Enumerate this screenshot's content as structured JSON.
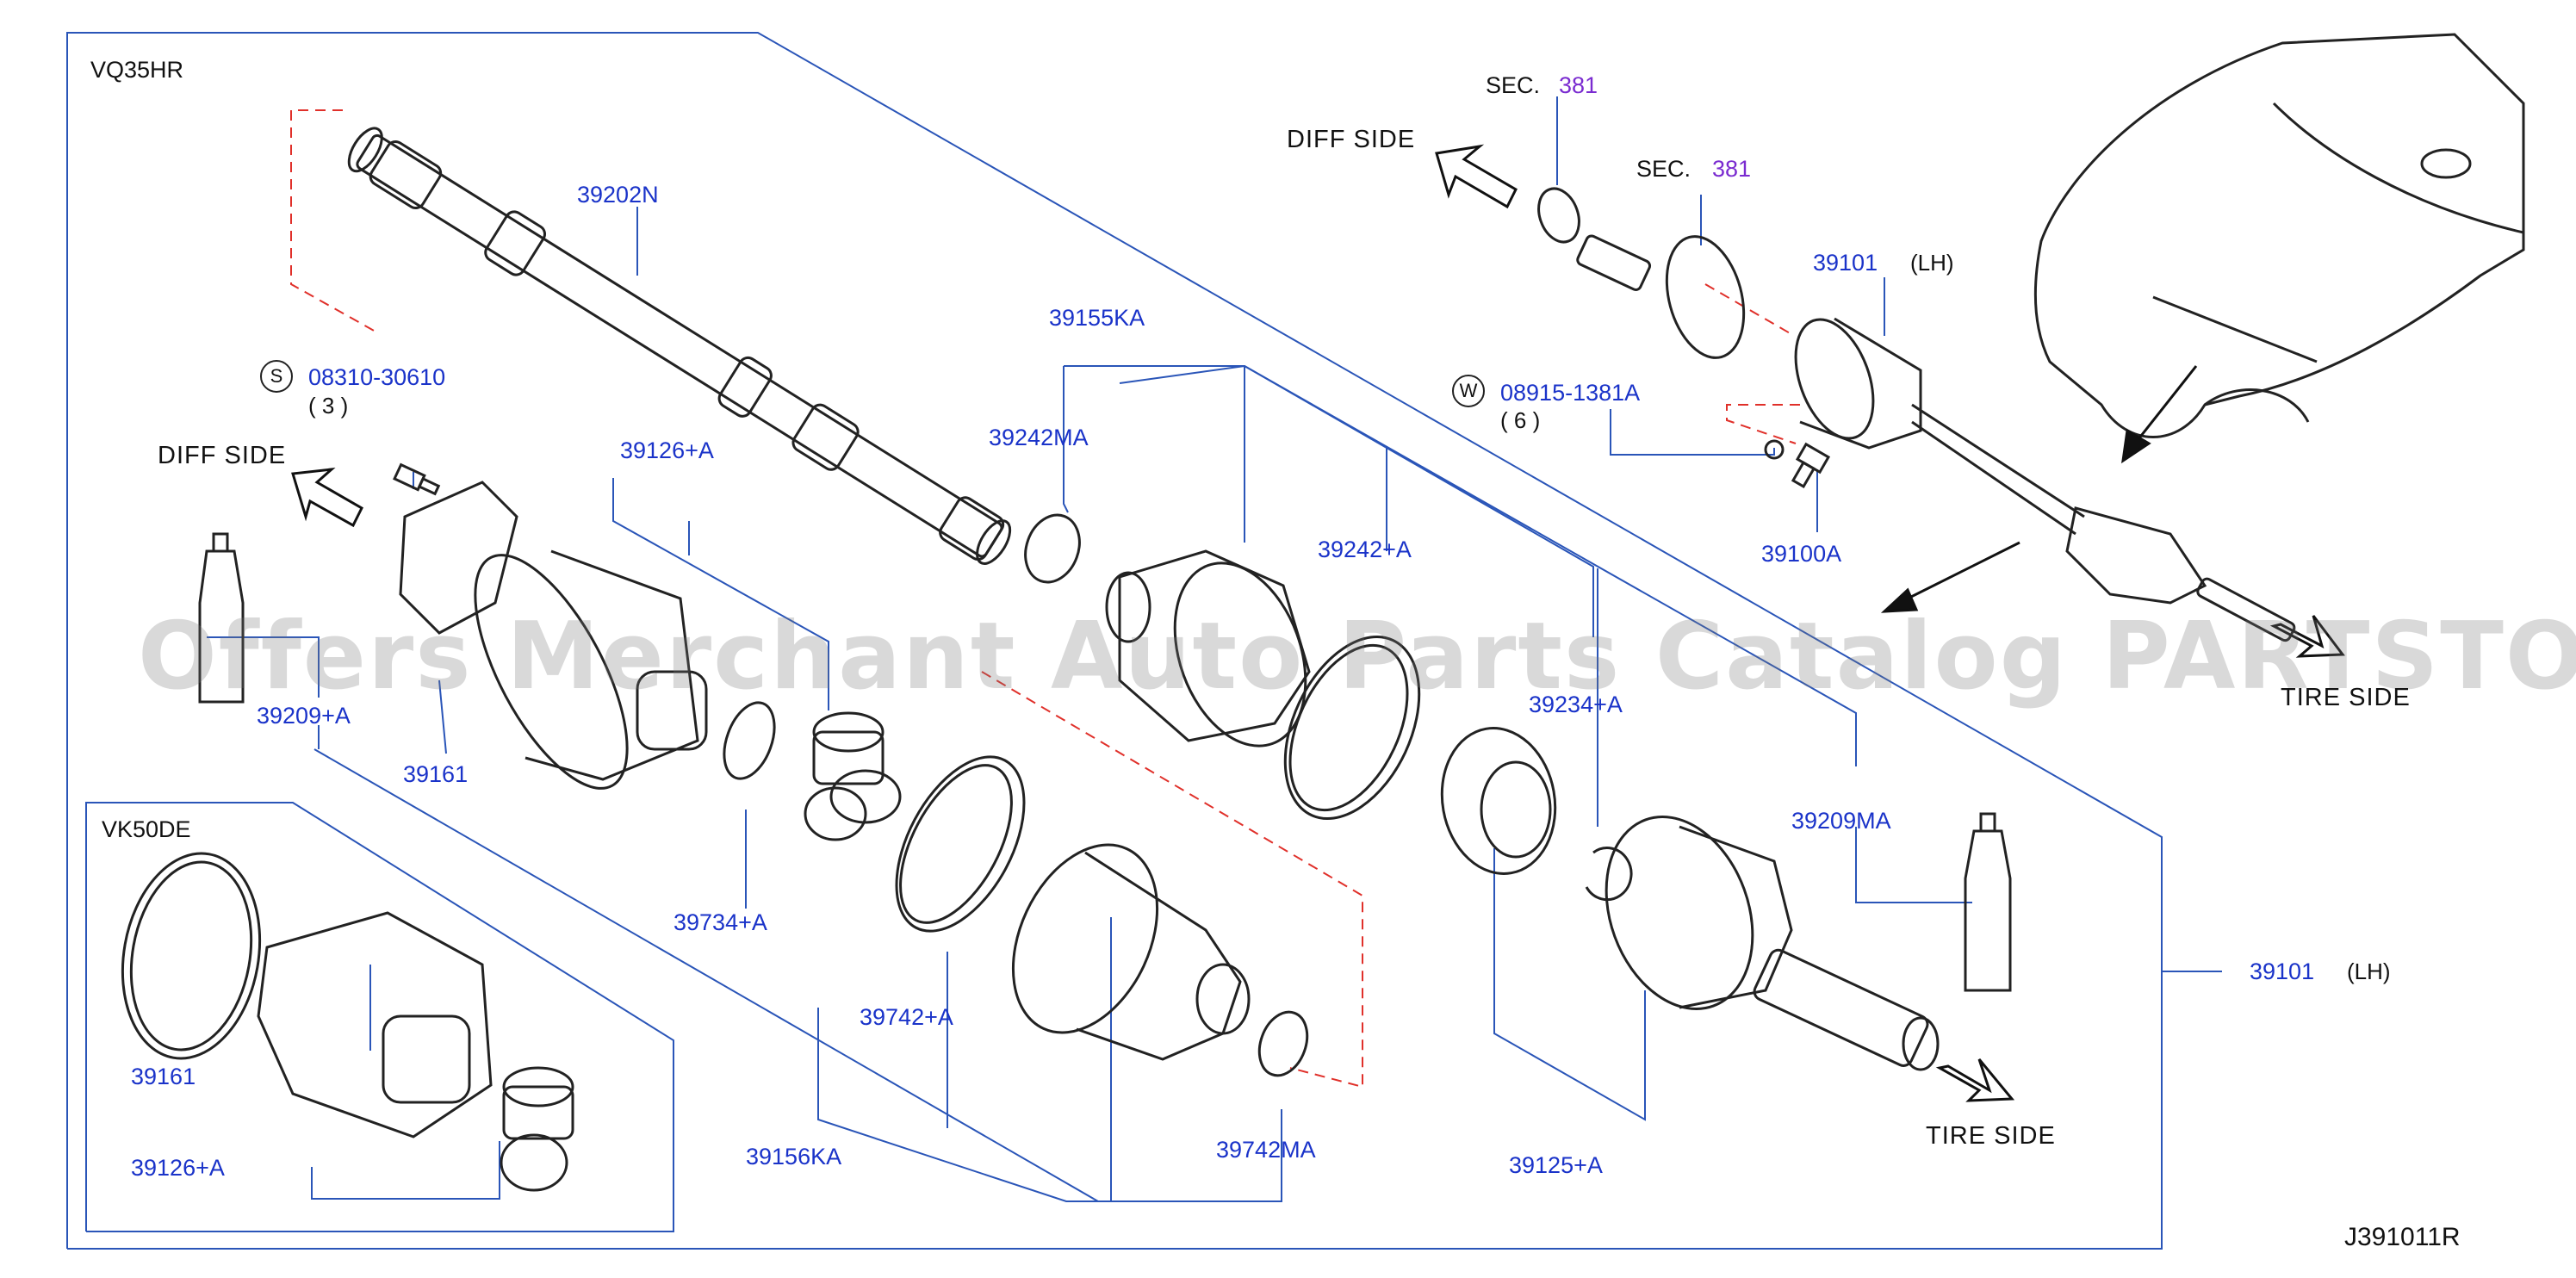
{
  "engines": {
    "main": "VQ35HR",
    "inset": "VK50DE"
  },
  "labels": {
    "shaft": "39202N",
    "bolt_ref": "08310-30610",
    "bolt_qty": "( 3 )",
    "bolt_marker": "S",
    "washer_ref": "08915-1381A",
    "washer_qty": "( 6 )",
    "washer_marker": "W",
    "housing": "39126+A",
    "grease_left": "39209+A",
    "boot_seal": "39161",
    "snap_ring": "39734+A",
    "boot_kit": "39156KA",
    "band_large": "39742+A",
    "band_small": "39742MA",
    "boot_kit_outer": "39155KA",
    "band_outer_small": "39242MA",
    "band_outer_large": "39242+A",
    "circlip": "39234+A",
    "outer_joint": "39125+A",
    "grease_right": "39209MA",
    "shaft_assy": "39101",
    "shaft_assy_side": "(LH)",
    "shaft_assy_top": "39101",
    "shaft_assy_top_side": "(LH)",
    "bolt_small": "39100A",
    "inset_seal": "39161",
    "inset_housing": "39126+A"
  },
  "directions": {
    "diff_side_left": "DIFF   SIDE",
    "diff_side_top": "DIFF   SIDE",
    "tire_side_bottom": "TIRE   SIDE",
    "tire_side_right": "TIRE   SIDE"
  },
  "sections": {
    "prefix": "SEC.",
    "sec_1": "381",
    "sec_2": "381"
  },
  "diagram_id": "J391011R",
  "watermark": "Offers Merchant Auto Parts Catalog PARTSTORE.SA",
  "colors": {
    "part_number": "#1a33c9",
    "section_link": "#7a2bd0",
    "leader_line": "#2a55b8",
    "hidden_line": "#e0302a",
    "drawing": "#222222"
  }
}
